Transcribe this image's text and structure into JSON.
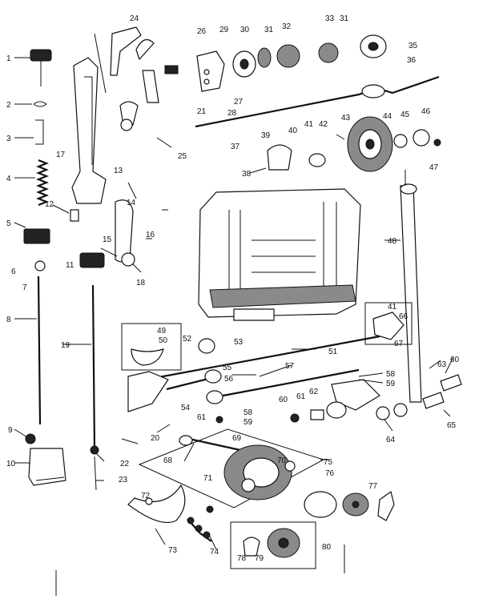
{
  "diagram": {
    "callouts": [
      {
        "id": "c1",
        "text": "1"
      },
      {
        "id": "c2",
        "text": "2"
      },
      {
        "id": "c3",
        "text": "3"
      },
      {
        "id": "c4",
        "text": "4"
      },
      {
        "id": "c5",
        "text": "5"
      },
      {
        "id": "c6",
        "text": "6"
      },
      {
        "id": "c7",
        "text": "7"
      },
      {
        "id": "c8",
        "text": "8"
      },
      {
        "id": "c9",
        "text": "9"
      },
      {
        "id": "c10",
        "text": "10"
      },
      {
        "id": "c11",
        "text": "11"
      },
      {
        "id": "c12",
        "text": "12"
      },
      {
        "id": "c13",
        "text": "13"
      },
      {
        "id": "c14",
        "text": "14"
      },
      {
        "id": "c15",
        "text": "15"
      },
      {
        "id": "c16",
        "text": "16"
      },
      {
        "id": "c17",
        "text": "17"
      },
      {
        "id": "c18",
        "text": "18"
      },
      {
        "id": "c19",
        "text": "19"
      },
      {
        "id": "c20",
        "text": "20"
      },
      {
        "id": "c21",
        "text": "21"
      },
      {
        "id": "c22",
        "text": "22"
      },
      {
        "id": "c23",
        "text": "23"
      },
      {
        "id": "c24",
        "text": "24"
      },
      {
        "id": "c25",
        "text": "25"
      },
      {
        "id": "c26",
        "text": "26"
      },
      {
        "id": "c27",
        "text": "27"
      },
      {
        "id": "c28",
        "text": "28"
      },
      {
        "id": "c29",
        "text": "29"
      },
      {
        "id": "c30",
        "text": "30"
      },
      {
        "id": "c31",
        "text": "31"
      },
      {
        "id": "c31b",
        "text": "31"
      },
      {
        "id": "c32",
        "text": "32"
      },
      {
        "id": "c33",
        "text": "33"
      },
      {
        "id": "c35",
        "text": "35"
      },
      {
        "id": "c36",
        "text": "36"
      },
      {
        "id": "c37",
        "text": "37"
      },
      {
        "id": "c38",
        "text": "38"
      },
      {
        "id": "c39",
        "text": "39"
      },
      {
        "id": "c40",
        "text": "40"
      },
      {
        "id": "c41",
        "text": "41"
      },
      {
        "id": "c41b",
        "text": "41"
      },
      {
        "id": "c42",
        "text": "42"
      },
      {
        "id": "c43",
        "text": "43"
      },
      {
        "id": "c44",
        "text": "44"
      },
      {
        "id": "c45",
        "text": "45"
      },
      {
        "id": "c46",
        "text": "46"
      },
      {
        "id": "c47",
        "text": "47"
      },
      {
        "id": "c48",
        "text": "48"
      },
      {
        "id": "c49",
        "text": "49"
      },
      {
        "id": "c50",
        "text": "50"
      },
      {
        "id": "c51",
        "text": "51"
      },
      {
        "id": "c52",
        "text": "52"
      },
      {
        "id": "c53",
        "text": "53"
      },
      {
        "id": "c54",
        "text": "54"
      },
      {
        "id": "c55",
        "text": "55"
      },
      {
        "id": "c56",
        "text": "56"
      },
      {
        "id": "c57",
        "text": "57"
      },
      {
        "id": "c58",
        "text": "58"
      },
      {
        "id": "c58b",
        "text": "58"
      },
      {
        "id": "c59",
        "text": "59"
      },
      {
        "id": "c59b",
        "text": "59"
      },
      {
        "id": "c60",
        "text": "60"
      },
      {
        "id": "c60b",
        "text": "60"
      },
      {
        "id": "c61",
        "text": "61"
      },
      {
        "id": "c61b",
        "text": "61"
      },
      {
        "id": "c62",
        "text": "62"
      },
      {
        "id": "c63",
        "text": "63"
      },
      {
        "id": "c64",
        "text": "64"
      },
      {
        "id": "c65",
        "text": "65"
      },
      {
        "id": "c66",
        "text": "66"
      },
      {
        "id": "c67",
        "text": "67"
      },
      {
        "id": "c68",
        "text": "68"
      },
      {
        "id": "c69",
        "text": "69"
      },
      {
        "id": "c70",
        "text": "70"
      },
      {
        "id": "c71",
        "text": "71"
      },
      {
        "id": "c72",
        "text": "72"
      },
      {
        "id": "c73",
        "text": "73"
      },
      {
        "id": "c74",
        "text": "74"
      },
      {
        "id": "c75",
        "text": "75"
      },
      {
        "id": "c76",
        "text": "76"
      },
      {
        "id": "c77",
        "text": "77"
      },
      {
        "id": "c78",
        "text": "78"
      },
      {
        "id": "c79",
        "text": "79"
      },
      {
        "id": "c80",
        "text": "80"
      }
    ]
  }
}
